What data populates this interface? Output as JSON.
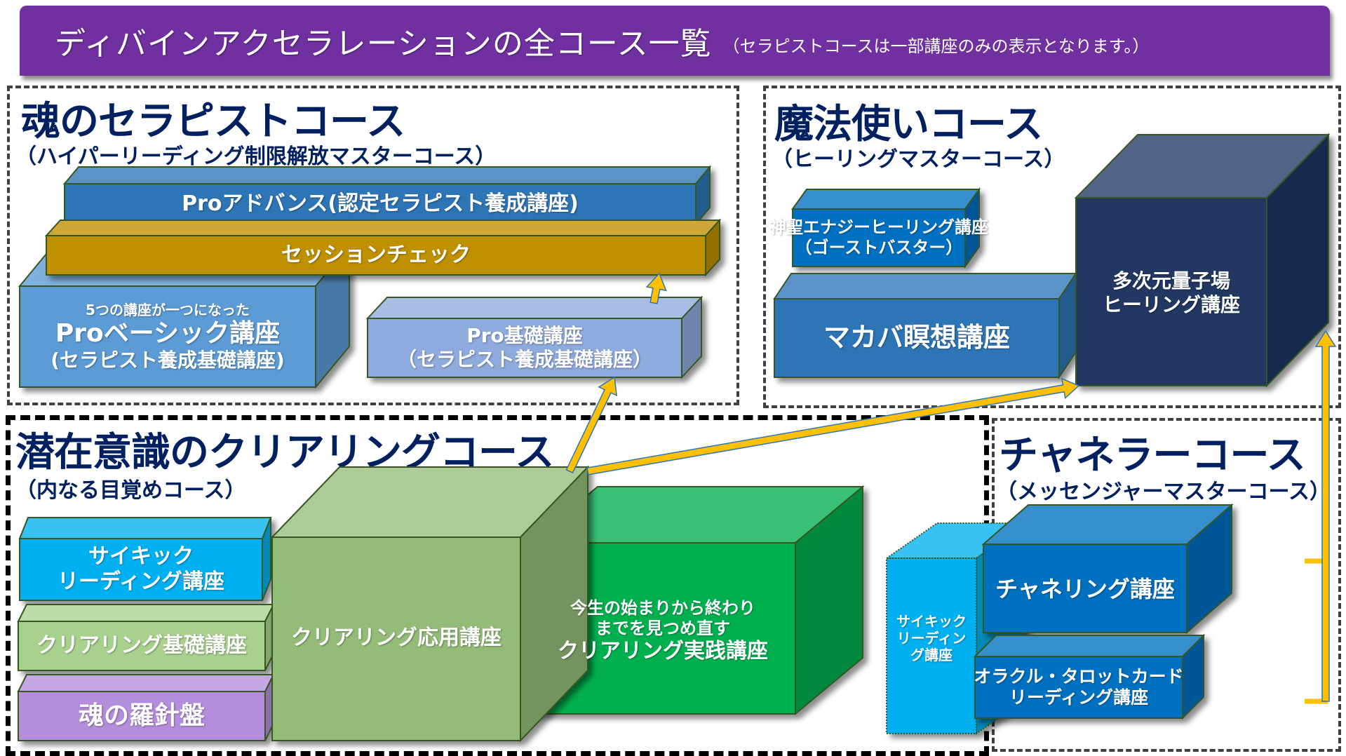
{
  "header": {
    "title": "ディバインアクセラレーションの全コース一覧",
    "note": "（セラピストコースは一部講座のみの表示となります。）",
    "color": "#7030a0"
  },
  "sections": {
    "therapist": {
      "title": "魂のセラピストコース",
      "subtitle": "（ハイパーリーディング制限解放マスターコース）"
    },
    "wizard": {
      "title": "魔法使いコース",
      "subtitle": "（ヒーリングマスターコース）"
    },
    "clearing": {
      "title": "潜在意識のクリアリングコース",
      "subtitle": "（内なる目覚めコース）"
    },
    "channeler": {
      "title": "チャネラーコース",
      "subtitle": "（メッセンジャーマスターコース）"
    }
  },
  "courses": {
    "pro_advance": {
      "line1": "Proアドバンス(認定セラピスト養成講座)",
      "color": "#2e75b6"
    },
    "session_check": {
      "line1": "セッションチェック",
      "color": "#bf9000"
    },
    "pro_basic": {
      "line1": "5つの講座が一つになった",
      "line2": "Proベーシック講座",
      "line3": "(セラピスト養成基礎講座)",
      "color": "#5b9bd5"
    },
    "pro_kiso": {
      "line1": "Pro基礎講座",
      "line2": "（セラピスト養成基礎講座）",
      "color": "#8faadc"
    },
    "divine_energy": {
      "line1": "神聖エナジーヒーリング講座",
      "line2": "（ゴーストバスター）",
      "color": "#0070c0"
    },
    "makaba": {
      "line1": "マカバ瞑想講座",
      "color": "#2e75b6"
    },
    "multidim": {
      "line1": "多次元量子場",
      "line2": "ヒーリング講座",
      "color": "#203864"
    },
    "psychic_left": {
      "line1": "サイキック",
      "line2": "リーディング講座",
      "color": "#00b0f0"
    },
    "clearing_basic": {
      "line1": "クリアリング基礎講座",
      "color": "#a9d18e"
    },
    "soul_compass": {
      "line1": "魂の羅針盤",
      "color": "#b48edc"
    },
    "clearing_applied": {
      "line1": "クリアリング応用講座",
      "color": "#94bc78"
    },
    "clearing_practice": {
      "line1": "今生の始まりから終わり",
      "line2": "までを見つめ直す",
      "line3": "クリアリング実践講座",
      "color": "#00b050"
    },
    "psychic_right": {
      "line1": "サイキック",
      "line2": "リーディン",
      "line3": "グ講座",
      "color": "#00b0f0"
    },
    "channeling": {
      "line1": "チャネリング講座",
      "color": "#0070c0"
    },
    "oracle": {
      "line1": "オラクル・タロットカード",
      "line2": "リーディング講座",
      "color": "#0070c0"
    }
  },
  "arrows": {
    "color": "#ffc000",
    "links": [
      {
        "from": "pro_kiso",
        "to": "session_check"
      },
      {
        "from": "clearing_applied",
        "to": "pro_kiso"
      },
      {
        "from": "clearing_applied",
        "to": "multidim"
      },
      {
        "from": "channeling",
        "to": "multidim"
      },
      {
        "from": "oracle",
        "to": "multidim"
      }
    ]
  },
  "colors": {
    "heading": "#002060",
    "box_outline": "#385723"
  }
}
